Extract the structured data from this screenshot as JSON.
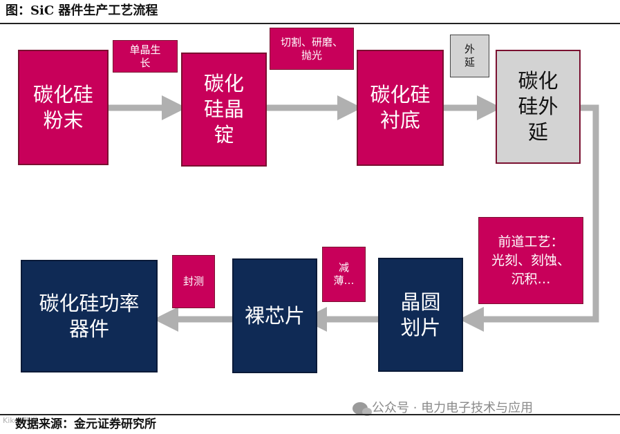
{
  "title": "图：SiC 器件生产工艺流程",
  "source": "数据来源：金元证券研究所",
  "watermark": "公众号 · 电力电子技术与应用",
  "corner_watermark": "Kikes数据",
  "colors": {
    "step_red": "#c8005a",
    "step_gray": "#d3d3d3",
    "step_navy": "#0f2a55",
    "arrow": "#b0b0b0"
  },
  "steps": {
    "powder": "碳化硅\n粉末",
    "ingot": "碳化\n硅晶\n锭",
    "substrate": "碳化硅\n衬底",
    "epitaxy": "碳化\n硅外\n延",
    "dicing": "晶圆\n划片",
    "bare_die": "裸芯片",
    "device": "碳化硅功率\n器件"
  },
  "process_labels": {
    "crystal_growth": "单晶生\n长",
    "cut_grind_polish": "切割、研磨、\n抛光",
    "epitaxy_label": "外\n延",
    "front_end": "前道工艺：\n光刻、刻蚀、\n沉积…",
    "thinning": "减\n薄…",
    "package_test": "封测"
  }
}
